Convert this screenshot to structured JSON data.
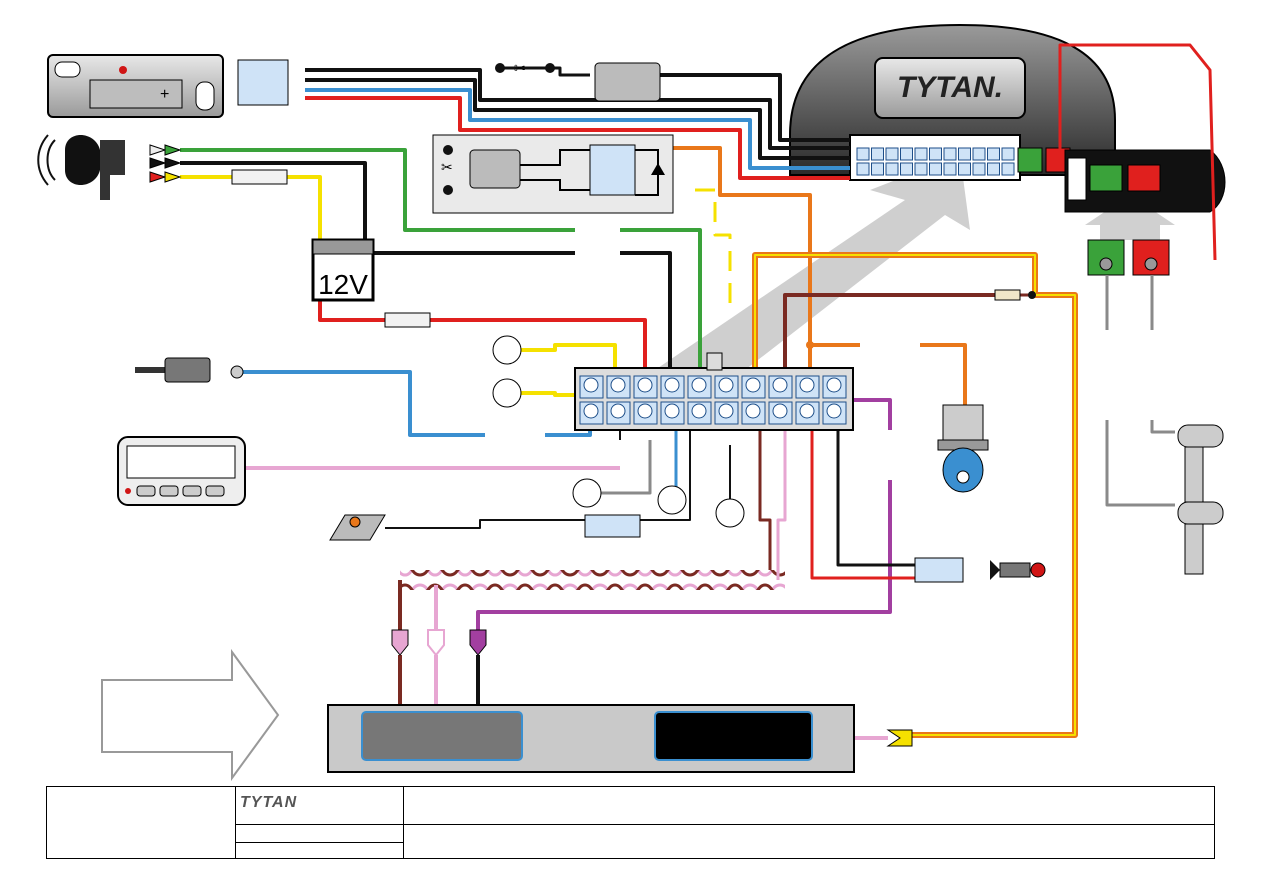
{
  "brand": {
    "main_logo": "TYTAN.",
    "footer_logo": "TYTAN"
  },
  "battery": {
    "label": "12V"
  },
  "colors": {
    "wire_black": "#111111",
    "wire_red": "#e0201e",
    "wire_blue": "#3a8fd0",
    "wire_green": "#3aa23a",
    "wire_yellow": "#f5e100",
    "wire_orange": "#e9771a",
    "wire_pink": "#e7a6d2",
    "wire_purple": "#a23fa0",
    "wire_brown": "#7a2a22",
    "wire_gray": "#8a8a8a",
    "connector_blue": "#cfe3f7",
    "module_gray": "#d9d9d9"
  },
  "components": [
    "remote-receiver",
    "siren-icon",
    "battery",
    "hood-pin-switch",
    "pager-display",
    "push-button",
    "led-indicator",
    "main-control-unit",
    "relay-module",
    "central-connector",
    "door-lock-actuators",
    "target-module",
    "fuel-pump-icon"
  ],
  "footer": {
    "rows": [
      "",
      ""
    ]
  }
}
